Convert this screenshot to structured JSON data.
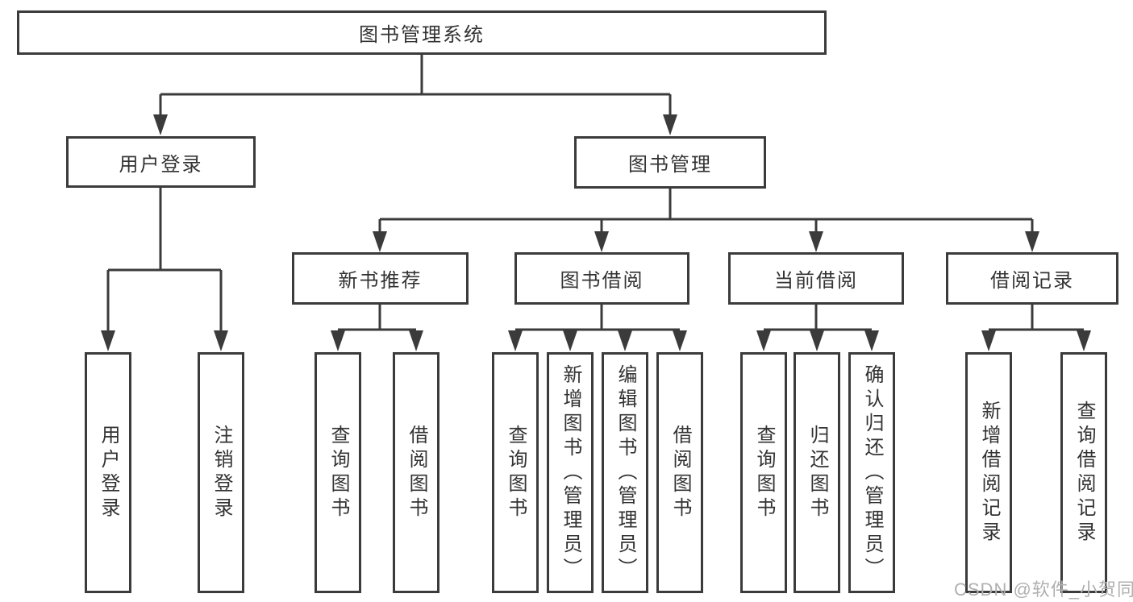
{
  "diagram": {
    "root": "图书管理系统",
    "user_login": {
      "label": "用户登录",
      "children": [
        "用户登录",
        "注销登录"
      ]
    },
    "book_management": {
      "label": "图书管理",
      "sections": [
        {
          "label": "新书推荐",
          "children": [
            "查询图书",
            "借阅图书"
          ]
        },
        {
          "label": "图书借阅",
          "children": [
            "查询图书",
            "新增图书（管理员）",
            "编辑图书（管理员）",
            "借阅图书"
          ]
        },
        {
          "label": "当前借阅",
          "children": [
            "查询图书",
            "归还图书",
            "确认归还（管理员）"
          ]
        },
        {
          "label": "借阅记录",
          "children": [
            "新增借阅记录",
            "查询借阅记录"
          ]
        }
      ]
    }
  },
  "watermark": "CSDN @软件_小贺同学",
  "style": {
    "line_color": "#3b3b3b",
    "text_color": "#333333",
    "watermark_color": "#b0b0b0",
    "background": "#ffffff"
  }
}
